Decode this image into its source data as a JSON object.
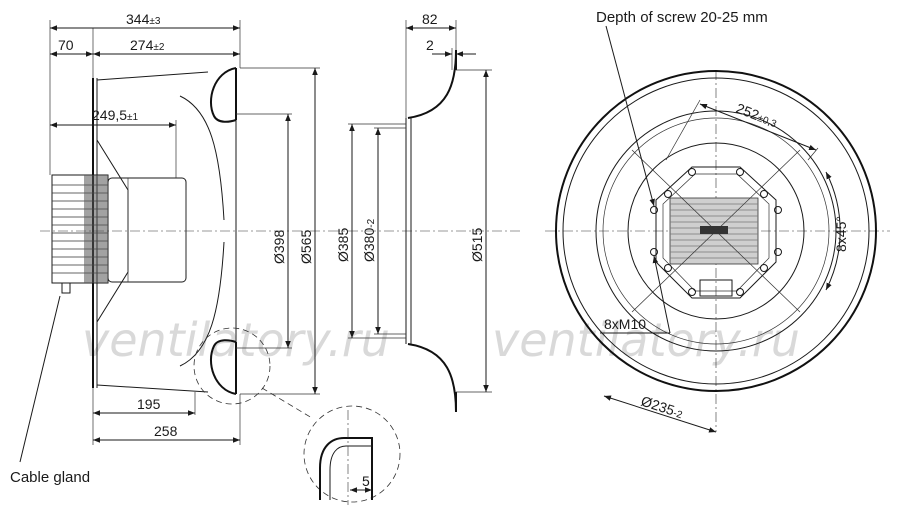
{
  "watermark": "ventilatory.ru",
  "labels": {
    "cable_gland": "Cable gland",
    "screw_depth": "Depth of screw 20-25 mm"
  },
  "dimensions": {
    "d344": "344",
    "d344_tol": "±3",
    "d70": "70",
    "d274": "274",
    "d274_tol": "±2",
    "d249": "249,5",
    "d249_tol": "±1",
    "d195": "195",
    "d258": "258",
    "d398": "Ø398",
    "d565": "Ø565",
    "d82": "82",
    "d2": "2",
    "d385": "Ø385",
    "d380": "Ø380",
    "d380_tol": "-2",
    "d515": "Ø515",
    "d5": "5",
    "d252": "252",
    "d252_tol": "±0,3",
    "d8x45": "8x45°",
    "d8xM10": "8xM10",
    "d235": "Ø235",
    "d235_tol": "-2"
  }
}
